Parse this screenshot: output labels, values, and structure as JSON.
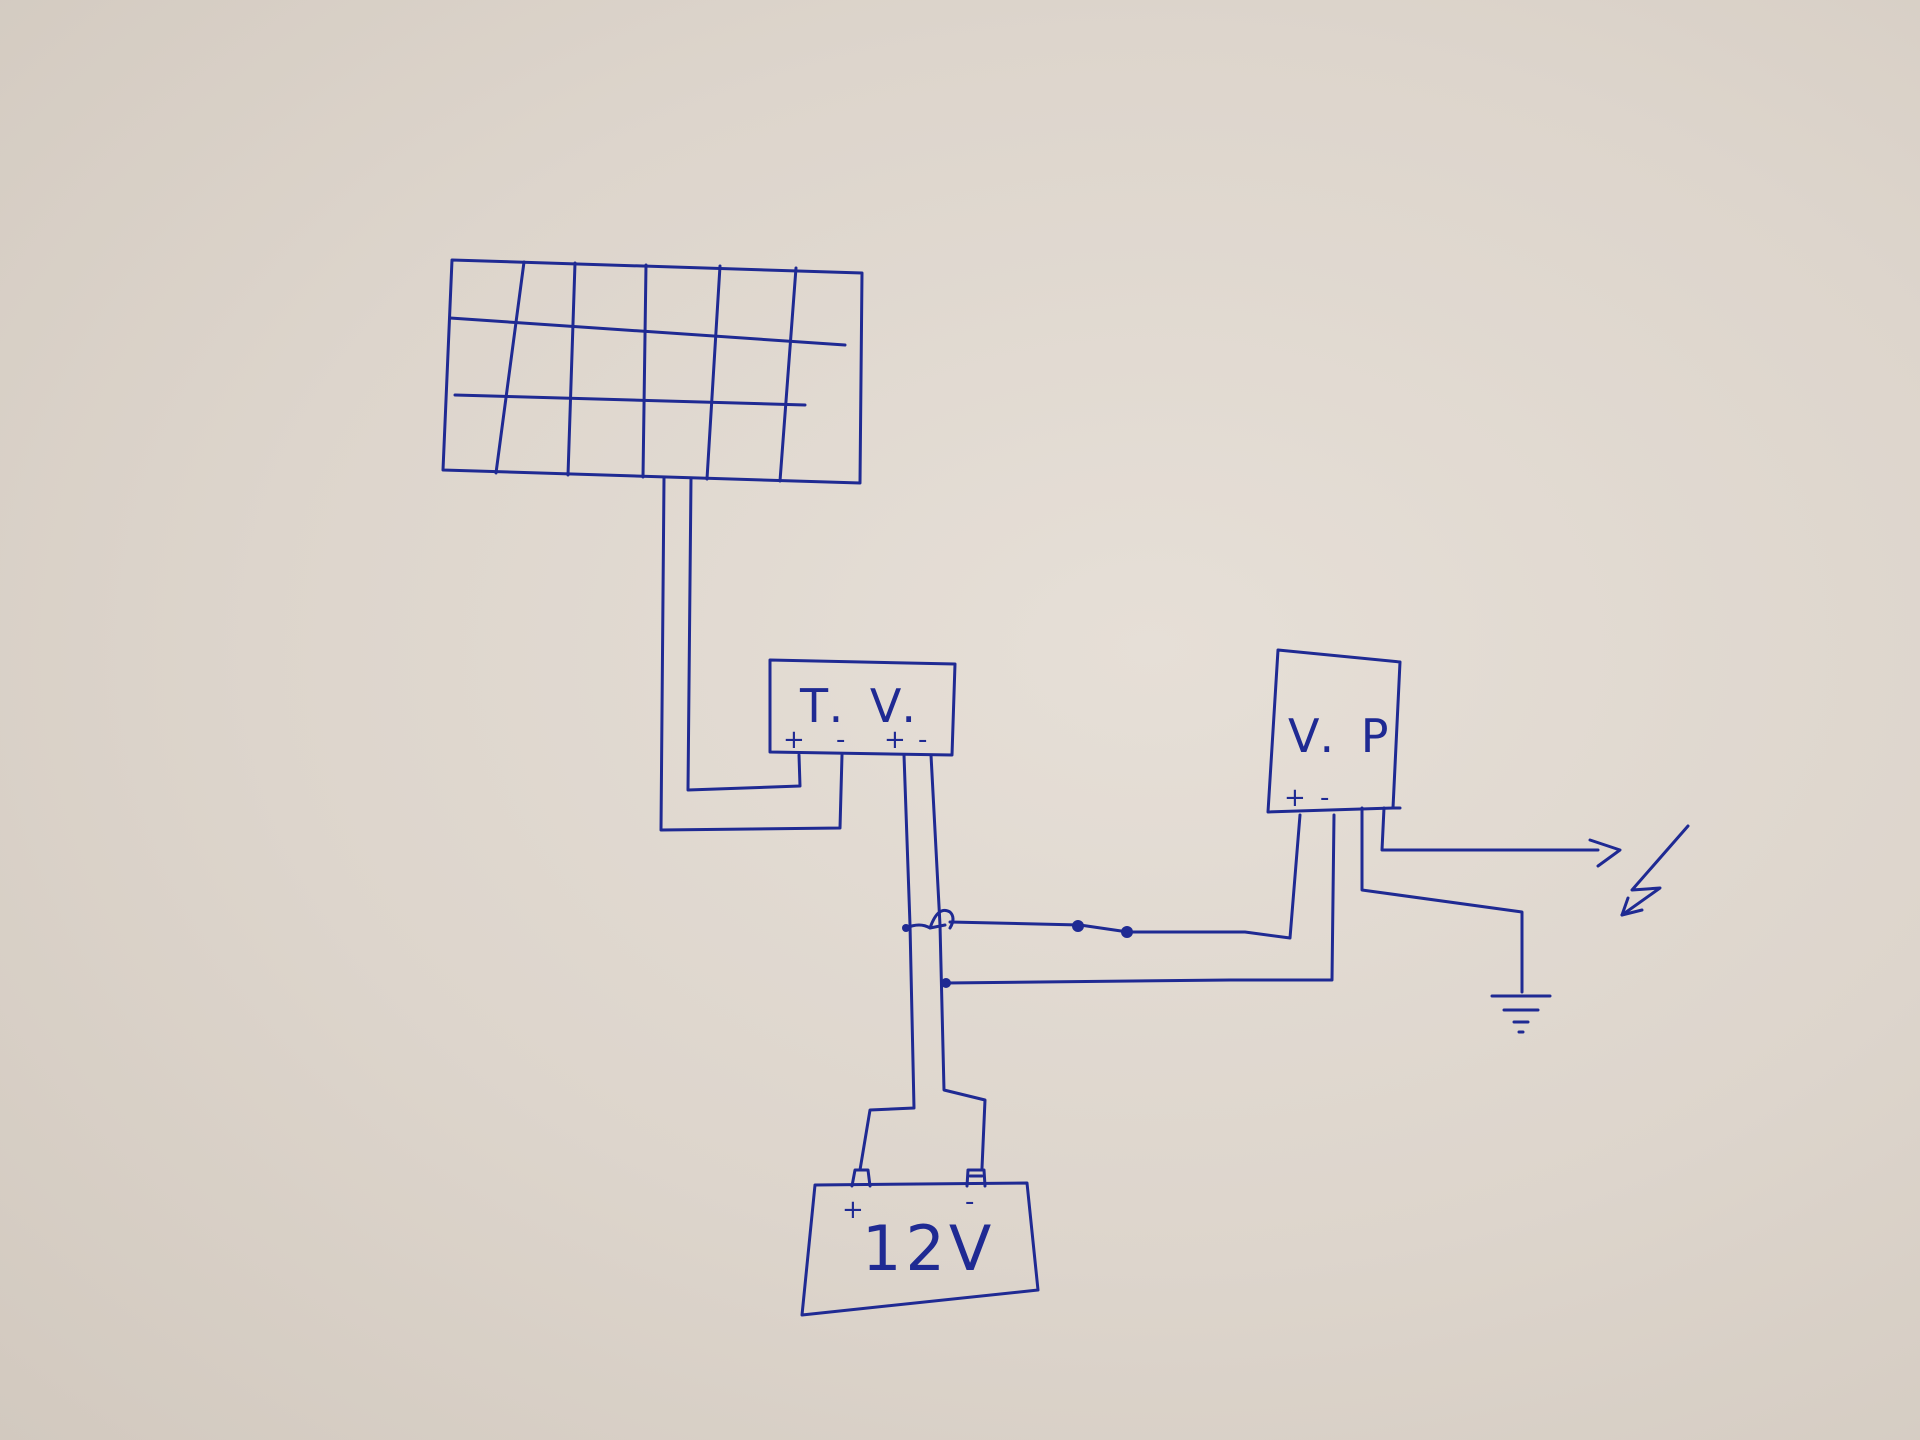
{
  "components": {
    "solar_panel": {
      "label": ""
    },
    "charge_controller": {
      "label": "T. V.",
      "in_plus": "+",
      "in_minus": "-",
      "out_plus": "+",
      "out_minus": "-"
    },
    "battery": {
      "label": "12V",
      "plus": "+",
      "minus": "-"
    },
    "inverter": {
      "label": "V. P",
      "plus": "+",
      "minus": "-"
    },
    "ground": {
      "label": ""
    },
    "ac_output": {
      "label": ""
    }
  },
  "colors": {
    "ink": "#1f2a93",
    "paper": "#ddd5cc"
  }
}
